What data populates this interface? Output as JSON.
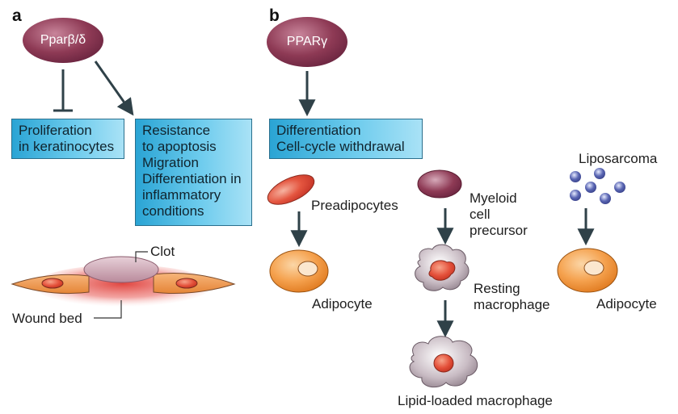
{
  "panels": {
    "a": "a",
    "b": "b"
  },
  "panel_a": {
    "receptor": "Pparβ/δ",
    "box_proliferation": [
      "Proliferation",
      "in keratinocytes"
    ],
    "box_resistance": [
      "Resistance",
      "to apoptosis",
      "Migration",
      "Differentiation in",
      "inflammatory",
      "conditions"
    ],
    "clot": "Clot",
    "wound_bed": "Wound bed"
  },
  "panel_b": {
    "receptor": "PPARγ",
    "box": [
      "Differentiation",
      "Cell-cycle withdrawal"
    ],
    "preadipocytes": "Preadipocytes",
    "adipocyte_left": "Adipocyte",
    "myeloid": [
      "Myeloid",
      "cell",
      "precursor"
    ],
    "resting": [
      "Resting",
      "macrophage"
    ],
    "lipid_loaded": "Lipid-loaded macrophage",
    "liposarcoma": "Liposarcoma",
    "adipocyte_right": "Adipocyte"
  },
  "colors": {
    "receptor_fill": "#8e3a55",
    "box_blue": "#4fb8e3",
    "adipocyte": "#f08a2c",
    "preadipocyte": "#d9453a",
    "macrophage": "#9e8e98",
    "liposarcoma_cell": "#4f5aa6",
    "clot": "#c9a3b1",
    "wound": "#e66a6a"
  }
}
